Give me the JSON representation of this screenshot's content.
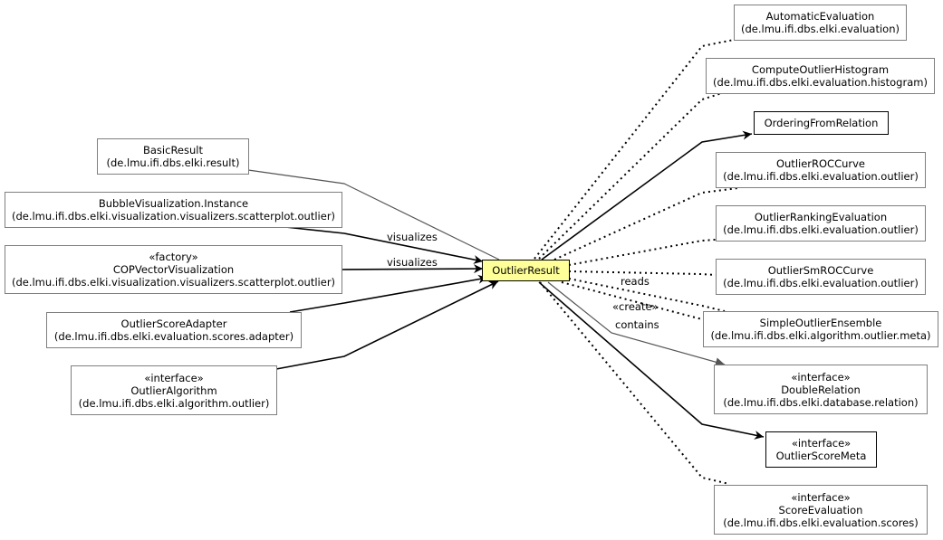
{
  "nodes": {
    "basic_result": {
      "name": "BasicResult",
      "package": "(de.lmu.ifi.dbs.elki.result)"
    },
    "bubble_visualization": {
      "name": "BubbleVisualization.Instance",
      "package": "(de.lmu.ifi.dbs.elki.visualization.visualizers.scatterplot.outlier)"
    },
    "cop_vector_visualization": {
      "stereotype": "«factory»",
      "name": "COPVectorVisualization",
      "package": "(de.lmu.ifi.dbs.elki.visualization.visualizers.scatterplot.outlier)"
    },
    "outlier_score_adapter": {
      "name": "OutlierScoreAdapter",
      "package": "(de.lmu.ifi.dbs.elki.evaluation.scores.adapter)"
    },
    "outlier_algorithm": {
      "stereotype": "«interface»",
      "name": "OutlierAlgorithm",
      "package": "(de.lmu.ifi.dbs.elki.algorithm.outlier)"
    },
    "outlier_result": {
      "name": "OutlierResult"
    },
    "automatic_evaluation": {
      "name": "AutomaticEvaluation",
      "package": "(de.lmu.ifi.dbs.elki.evaluation)"
    },
    "compute_outlier_histogram": {
      "name": "ComputeOutlierHistogram",
      "package": "(de.lmu.ifi.dbs.elki.evaluation.histogram)"
    },
    "ordering_from_relation": {
      "name": "OrderingFromRelation"
    },
    "outlier_roc_curve": {
      "name": "OutlierROCCurve",
      "package": "(de.lmu.ifi.dbs.elki.evaluation.outlier)"
    },
    "outlier_ranking_evaluation": {
      "name": "OutlierRankingEvaluation",
      "package": "(de.lmu.ifi.dbs.elki.evaluation.outlier)"
    },
    "outlier_smroc_curve": {
      "name": "OutlierSmROCCurve",
      "package": "(de.lmu.ifi.dbs.elki.evaluation.outlier)"
    },
    "simple_outlier_ensemble": {
      "name": "SimpleOutlierEnsemble",
      "package": "(de.lmu.ifi.dbs.elki.algorithm.outlier.meta)"
    },
    "double_relation": {
      "stereotype": "«interface»",
      "name": "DoubleRelation",
      "package": "(de.lmu.ifi.dbs.elki.database.relation)"
    },
    "outlier_score_meta": {
      "stereotype": "«interface»",
      "name": "OutlierScoreMeta"
    },
    "score_evaluation": {
      "stereotype": "«interface»",
      "name": "ScoreEvaluation",
      "package": "(de.lmu.ifi.dbs.elki.evaluation.scores)"
    }
  },
  "edge_labels": {
    "visualizes_1": "visualizes",
    "visualizes_2": "visualizes",
    "reads": "reads",
    "create": "«create»",
    "contains": "contains"
  },
  "colors": {
    "center_fill": "#ffff99",
    "dependency_line": "#000000",
    "inheritance_line": "#555555",
    "node_border": "#7f7f7f"
  }
}
